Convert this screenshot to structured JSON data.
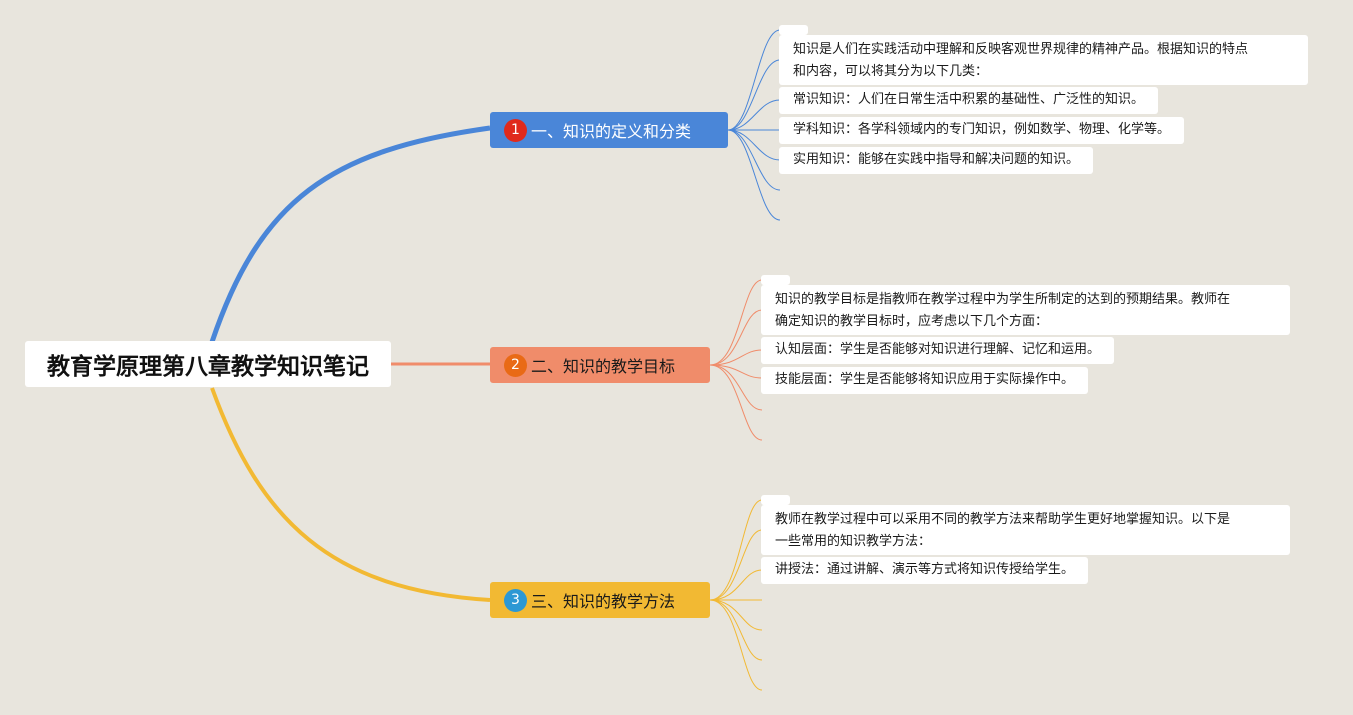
{
  "central_topic": "教育学原理第八章教学知识笔记",
  "colors": {
    "background": "#e8e5dd",
    "branch_1": "#4a86d8",
    "branch_2": "#f08c6a",
    "branch_3": "#f2b933",
    "badge_1": "#e02a1c",
    "badge_2": "#e96a16",
    "badge_3": "#2c98d4"
  },
  "branches": [
    {
      "number": "1",
      "label": "一、知识的定义和分类",
      "intro_line1": "知识是人们在实践活动中理解和反映客观世界规律的精神产品。根据知识的特点",
      "intro_line2": "和内容，可以将其分为以下几类：",
      "items": [
        "常识知识：人们在日常生活中积累的基础性、广泛性的知识。",
        "学科知识：各学科领域内的专门知识，例如数学、物理、化学等。",
        "实用知识：能够在实践中指导和解决问题的知识。"
      ]
    },
    {
      "number": "2",
      "label": "二、知识的教学目标",
      "intro_line1": "知识的教学目标是指教师在教学过程中为学生所制定的达到的预期结果。教师在",
      "intro_line2": "确定知识的教学目标时，应考虑以下几个方面：",
      "items": [
        "认知层面：学生是否能够对知识进行理解、记忆和运用。",
        "技能层面：学生是否能够将知识应用于实际操作中。"
      ]
    },
    {
      "number": "3",
      "label": "三、知识的教学方法",
      "intro_line1": "教师在教学过程中可以采用不同的教学方法来帮助学生更好地掌握知识。以下是",
      "intro_line2": "一些常用的知识教学方法：",
      "items": [
        "讲授法：通过讲解、演示等方式将知识传授给学生。"
      ]
    }
  ]
}
